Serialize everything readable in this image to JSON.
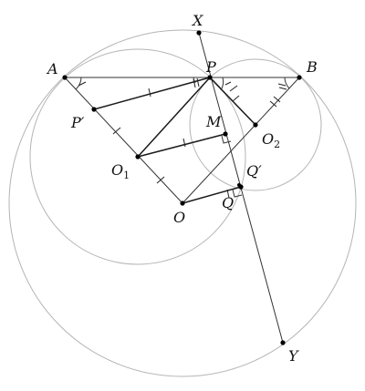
{
  "figure": {
    "points": {
      "A": "A",
      "B": "B",
      "P": "P",
      "X": "X",
      "Y": "Y",
      "P_prime": "P′",
      "M": "M",
      "O": "O",
      "O1": "O",
      "O1_sub": "1",
      "O2": "O",
      "O2_sub": "2",
      "Q": "Q",
      "Q_prime": "Q′"
    }
  }
}
